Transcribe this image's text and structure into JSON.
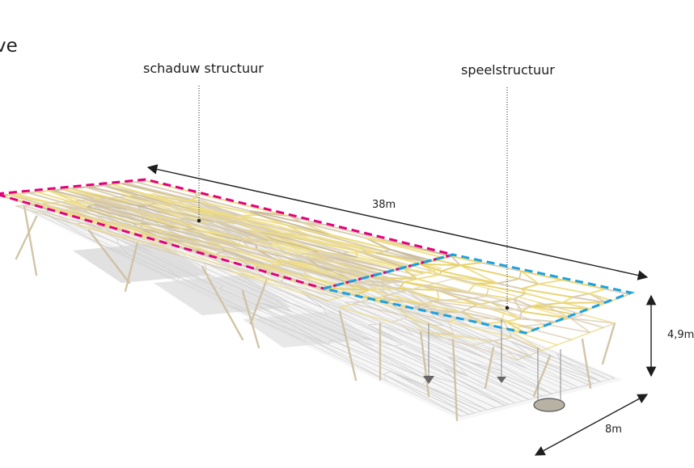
{
  "heading_fragment": "ve",
  "labels": {
    "shade_structure": "schaduw structuur",
    "play_structure": "speelstructuur"
  },
  "dimensions": {
    "length": "38m",
    "height": "4,9m",
    "width": "8m"
  },
  "colors": {
    "shade_zone_outline": "#e4007c",
    "play_zone_outline": "#1ba1e2",
    "frame_beige": "#d9ccb0",
    "frame_yellow": "#eddc86",
    "shadow_gray": "#d6d6d6",
    "dimension_arrow": "#1e1e1e"
  }
}
